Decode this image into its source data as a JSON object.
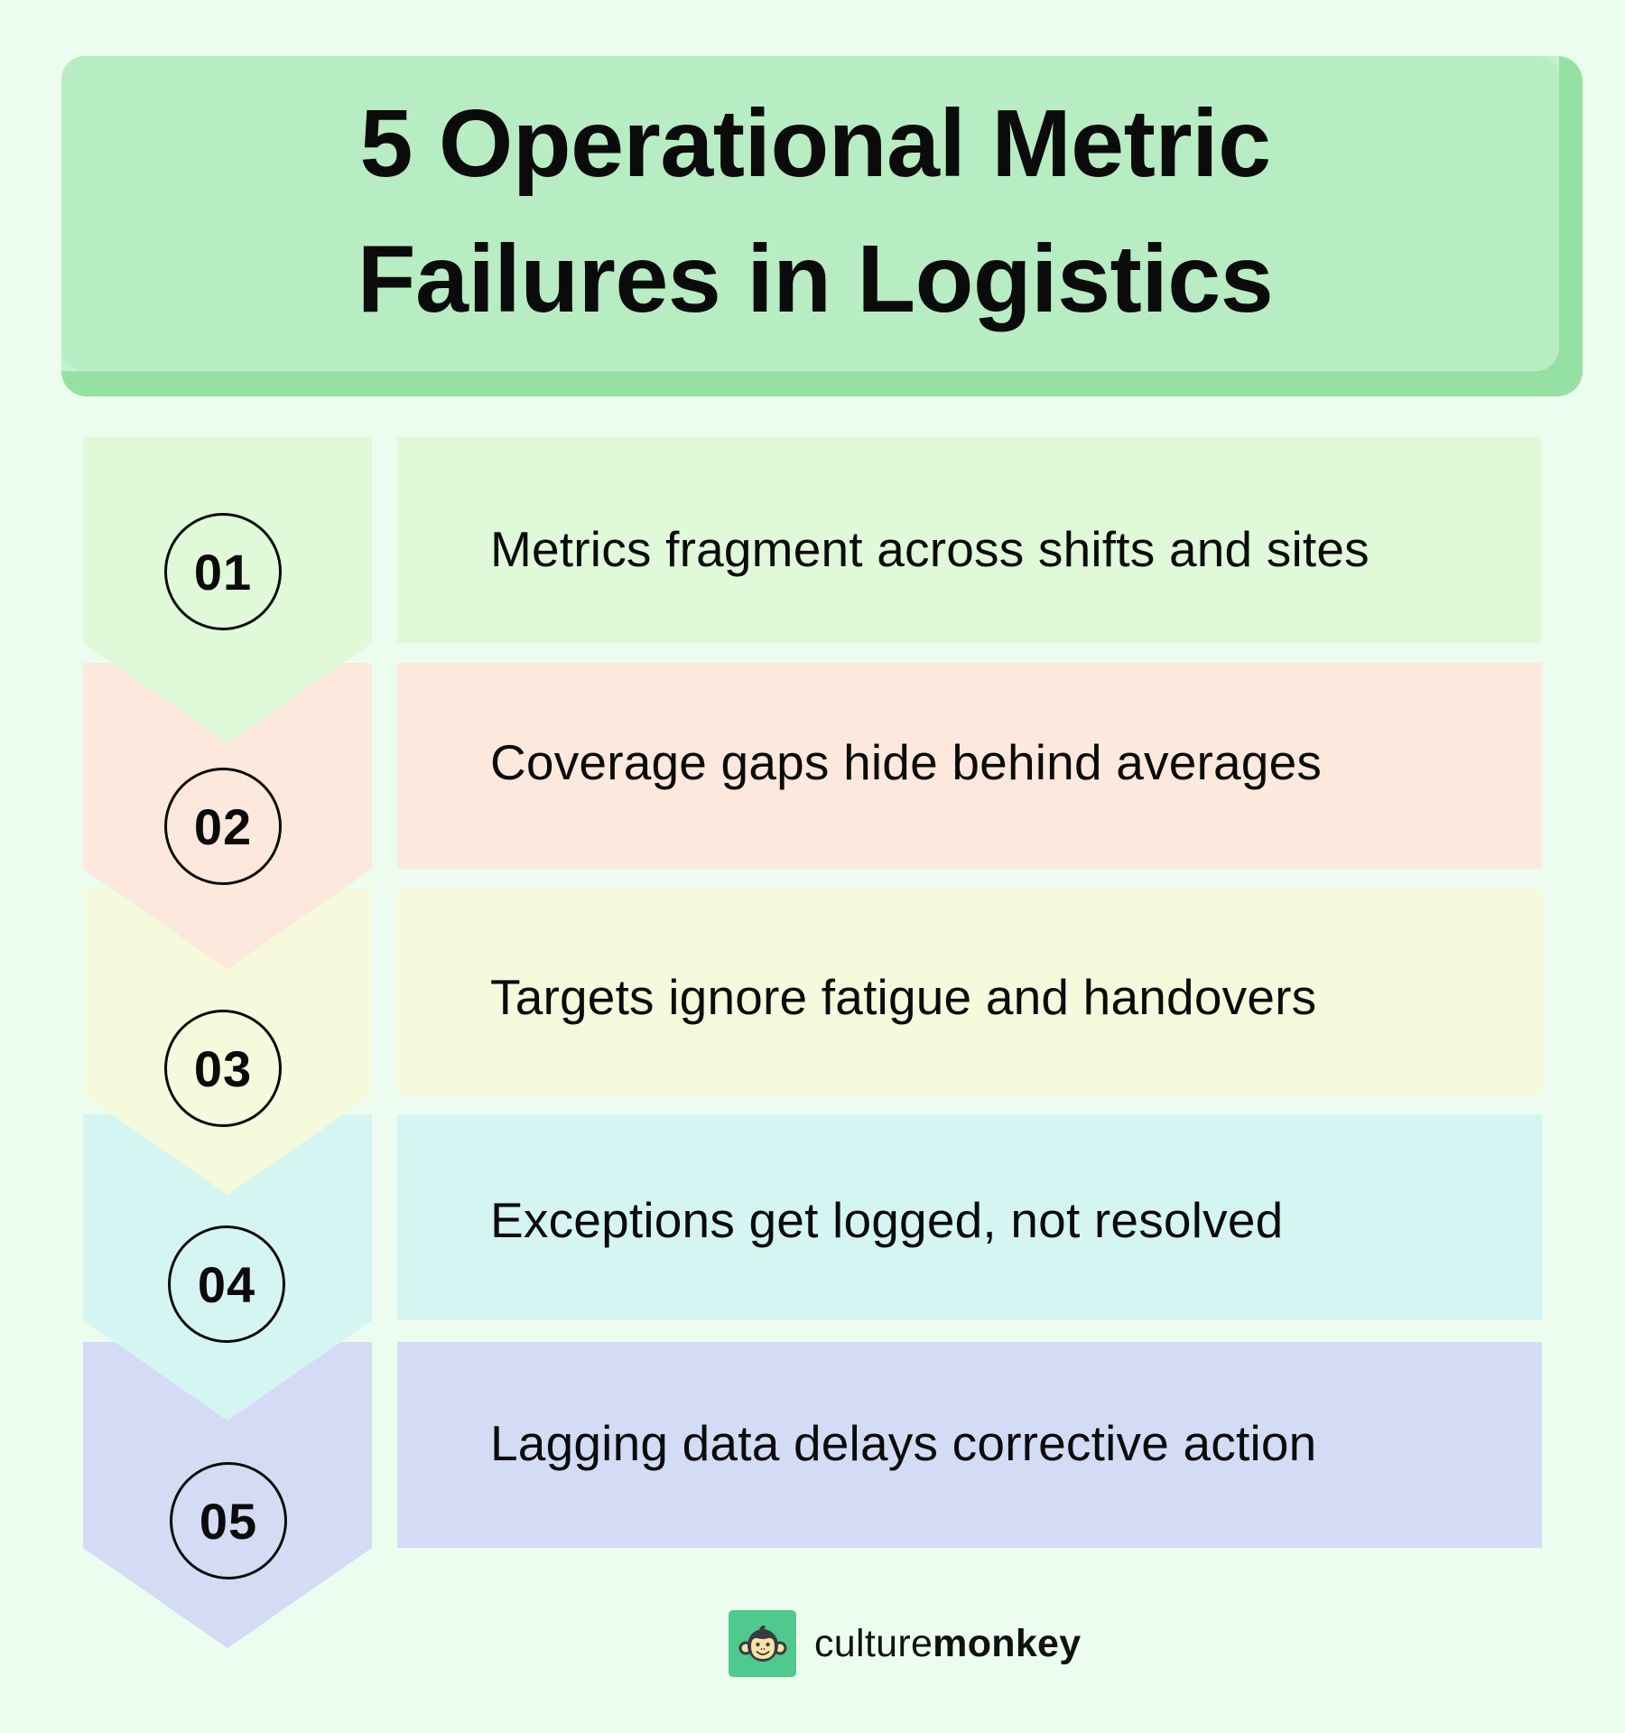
{
  "title": {
    "line1": "5 Operational Metric",
    "line2": "Failures in Logistics"
  },
  "colors": {
    "background": "#ecfdf0",
    "title_fill": "#b8ecc2",
    "title_shadow": "#95e1a3",
    "logo_green": "#4fc98d"
  },
  "steps": [
    {
      "number": "01",
      "text": "Metrics fragment across shifts and sites",
      "color": "#e0f9d9"
    },
    {
      "number": "02",
      "text": "Coverage gaps hide behind averages",
      "color": "#fce8dc"
    },
    {
      "number": "03",
      "text": "Targets ignore fatigue and handovers",
      "color": "#f4fadb"
    },
    {
      "number": "04",
      "text": "Exceptions get logged, not resolved",
      "color": "#d5f5f2"
    },
    {
      "number": "05",
      "text": "Lagging data delays corrective action",
      "color": "#d4dbf5"
    }
  ],
  "logo": {
    "icon": "monkey-face-icon",
    "text_light": "culture",
    "text_bold": "monkey"
  }
}
